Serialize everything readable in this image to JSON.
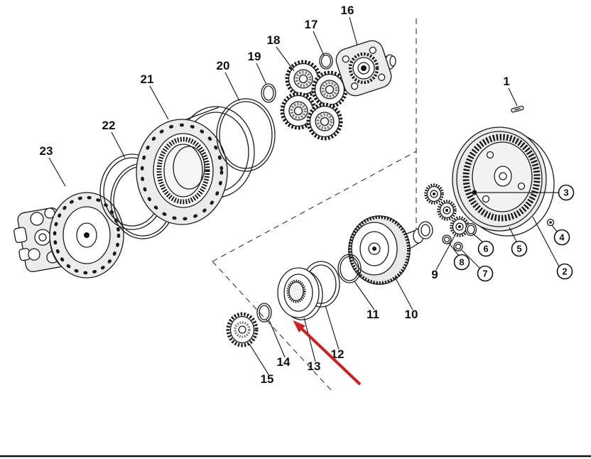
{
  "diagram": {
    "type": "exploded-parts-diagram",
    "callouts": {
      "n1": "1",
      "n2": "2",
      "n3": "3",
      "n4": "4",
      "n5": "5",
      "n6": "6",
      "n7": "7",
      "n8": "8",
      "n9": "9",
      "n10": "10",
      "n11": "11",
      "n12": "12",
      "n13": "13",
      "n14": "14",
      "n15": "15",
      "n16": "16",
      "n17": "17",
      "n18": "18",
      "n19": "19",
      "n20": "20",
      "n21": "21",
      "n22": "22",
      "n23": "23"
    }
  },
  "colors": {
    "line": "#1a1a1a",
    "arrow": "#cf1f1f"
  }
}
